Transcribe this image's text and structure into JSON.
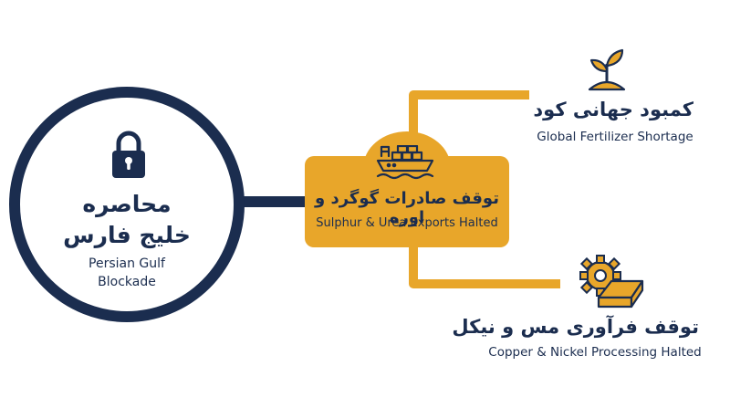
{
  "colors": {
    "navy": "#1b2d4f",
    "gold": "#e8a62a"
  },
  "blockade": {
    "icon": "padlock-icon",
    "title_fa_line1": "محاصره",
    "title_fa_line2": "خلیج فارس",
    "title_en_line1": "Persian Gulf",
    "title_en_line2": "Blockade"
  },
  "exports": {
    "icon": "cargo-ship-icon",
    "title_fa": "توقف صادرات گوگرد و اوره",
    "title_en": "Sulphur & Urea Exports Halted"
  },
  "fertilizer": {
    "icon": "plant-sprout-icon",
    "title_fa": "کمبود جهانی کود",
    "title_en": "Global Fertilizer Shortage"
  },
  "processing": {
    "icon": "gear-ingot-icon",
    "title_fa": "توقف فرآوری مس و نیکل",
    "title_en": "Copper & Nickel Processing Halted"
  }
}
